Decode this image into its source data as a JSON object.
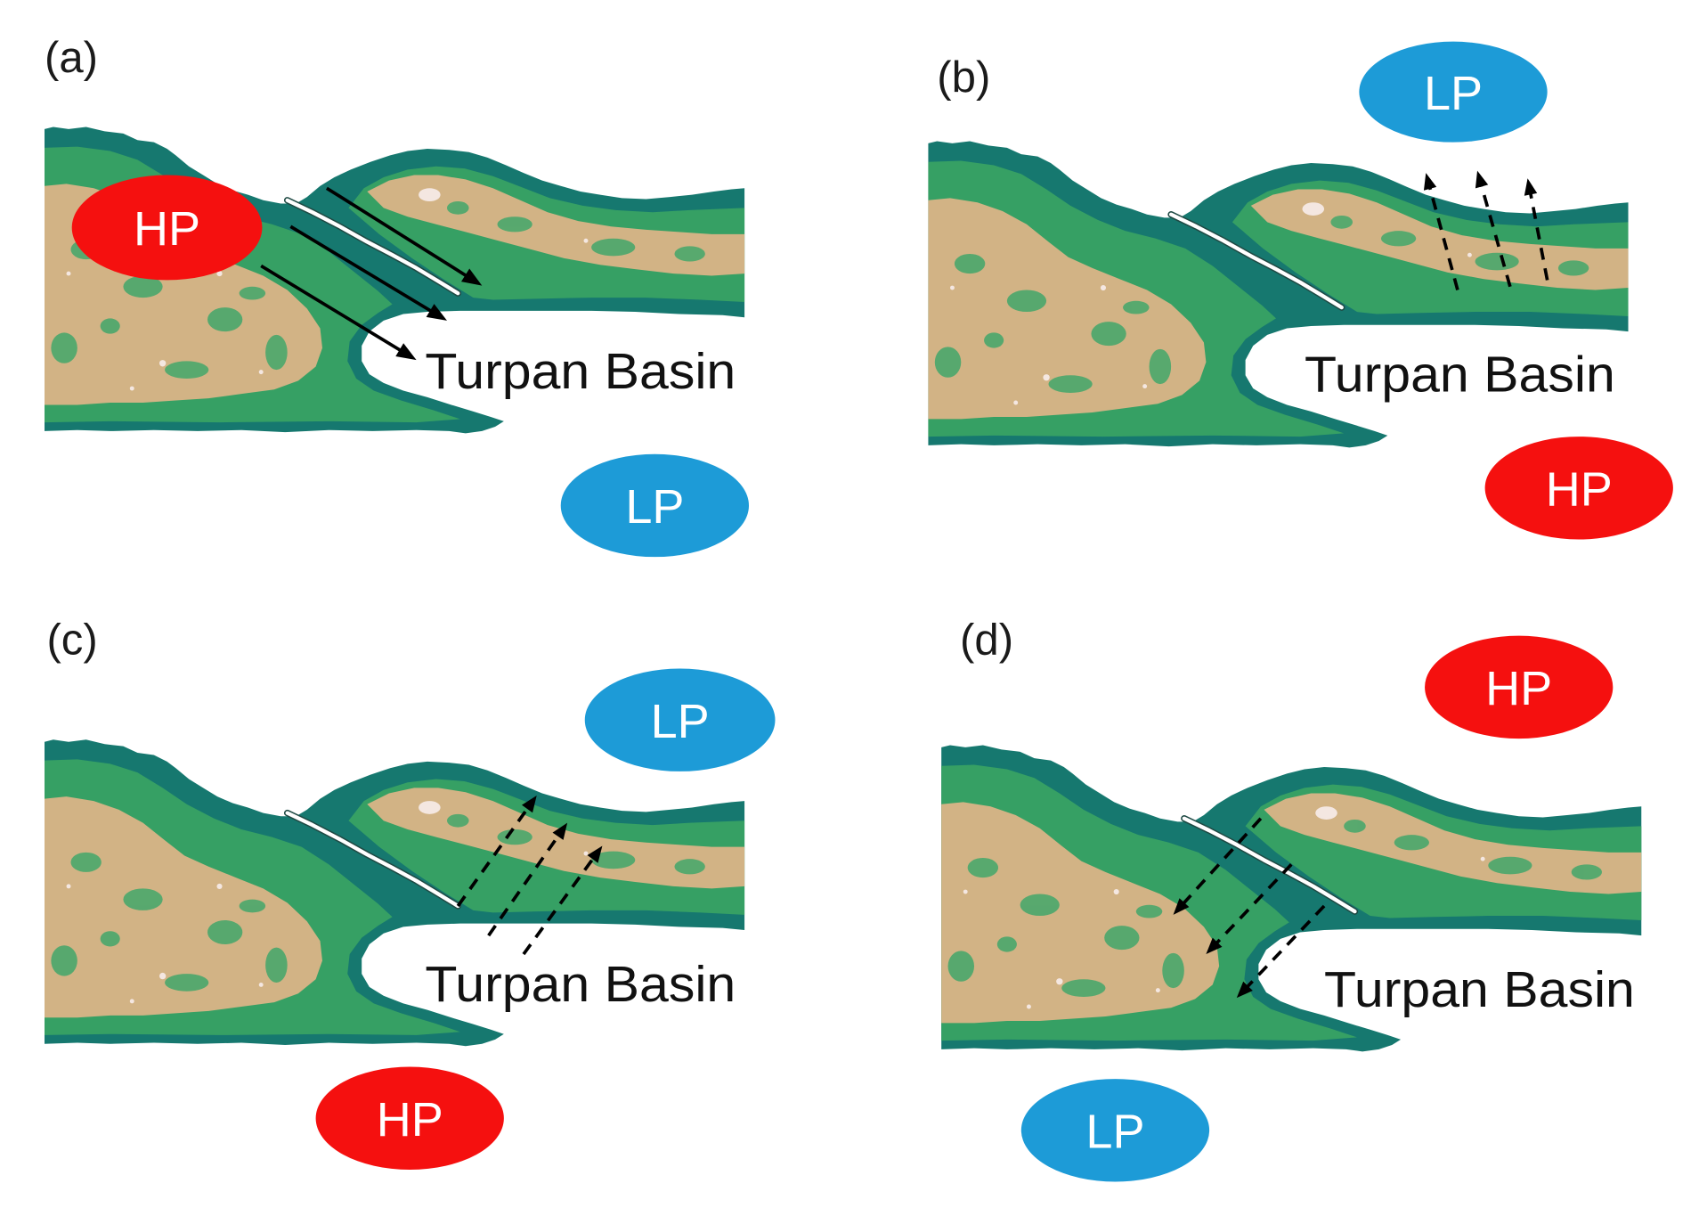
{
  "panels": [
    {
      "label": "(a)",
      "basin_label": "Turpan Basin",
      "high_pressure": "HP",
      "low_pressure": "LP"
    },
    {
      "label": "(b)",
      "basin_label": "Turpan Basin",
      "high_pressure": "HP",
      "low_pressure": "LP"
    },
    {
      "label": "(c)",
      "basin_label": "Turpan Basin",
      "high_pressure": "HP",
      "low_pressure": "LP"
    },
    {
      "label": "(d)",
      "basin_label": "Turpan Basin",
      "high_pressure": "HP",
      "low_pressure": "LP"
    }
  ],
  "colors": {
    "high_pressure": "#f5100f",
    "low_pressure": "#1d9bd7",
    "arrow": "#000000",
    "terrain_edge": "#16786f",
    "terrain_lowland": "#36a064",
    "terrain_highland": "#d2b385",
    "terrain_mottle": "#4aa76c",
    "terrain_speckle": "#f4e7e1",
    "valley_edge": "#1f4a44",
    "valley_line": "#ffffff"
  }
}
